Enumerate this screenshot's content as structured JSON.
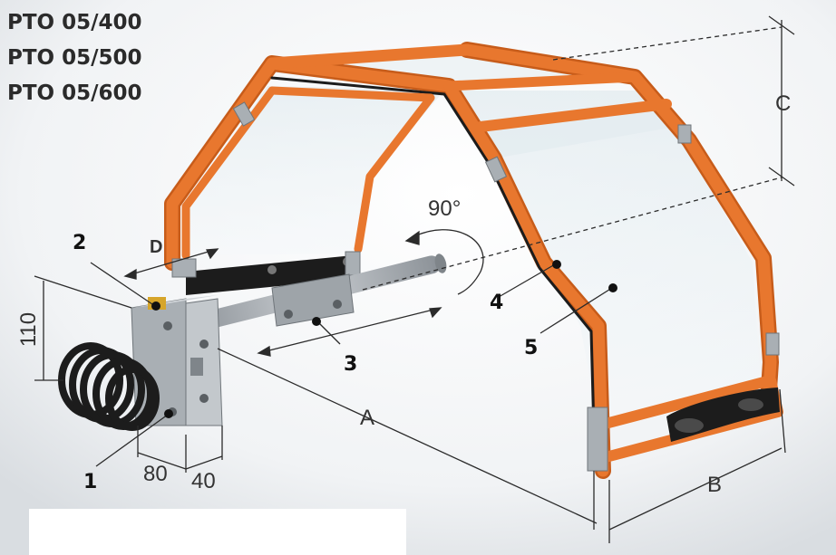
{
  "models": [
    "PTO 05/400",
    "PTO 05/500",
    "PTO 05/600"
  ],
  "callouts": {
    "c1": "1",
    "c2": "2",
    "c3": "3",
    "c4": "4",
    "c5": "5"
  },
  "dimensions": {
    "a": "A",
    "b": "B",
    "c": "C",
    "d": "D",
    "angle": "90°",
    "h110": "110",
    "w80": "80",
    "w40": "40"
  },
  "colors": {
    "frame_orange": "#e8772e",
    "frame_orange_dark": "#c75c1a",
    "shield": "#dfe9ee",
    "steel": "#a9afb4",
    "rubber": "#1c1c1c",
    "gold": "#d6a52a"
  }
}
